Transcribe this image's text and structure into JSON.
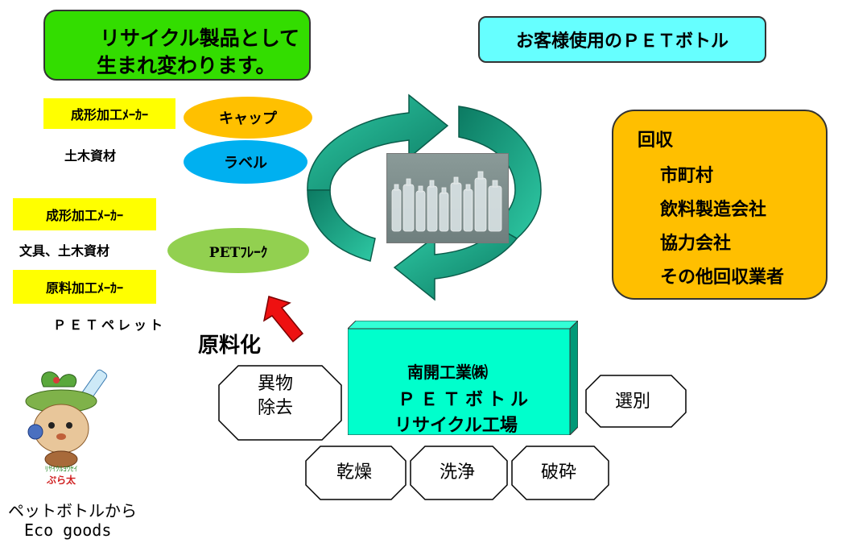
{
  "top_left": {
    "line1": "リサイクル製品として",
    "line2": "生まれ変わります。"
  },
  "top_right": "お客様使用のＰＥＴボトル",
  "left_labels": {
    "maker1": "成形加工ﾒｰｶｰ",
    "civil1": "土木資材",
    "maker2": "成形加工ﾒｰｶｰ",
    "stationery": "文具、土木資材",
    "material_maker": "原料加工ﾒｰｶｰ",
    "pellet": "ＰＥＴペレット"
  },
  "ovals": {
    "cap": "キャップ",
    "label": "ラベル",
    "flake": "PETﾌﾚｰｸ"
  },
  "collection": {
    "heading": "回収",
    "items": [
      "市町村",
      "飲料製造会社",
      "協力会社",
      "その他回収業者"
    ]
  },
  "raw_material": "原料化",
  "factory": {
    "line1": "南開工業㈱",
    "line2": "ＰＥＴボトル",
    "line3": "リサイクル工場"
  },
  "processes": {
    "foreign_line1": "異物",
    "foreign_line2": "除去",
    "sort": "選別",
    "dry": "乾燥",
    "wash": "洗浄",
    "crush": "破砕"
  },
  "mascot": {
    "logo_line1": "ﾘｻｲｸﾙﾖｳｾｲ",
    "logo_line2": "ぷら太",
    "caption1": "ペットボトルから",
    "caption2": "Eco goods"
  },
  "colors": {
    "green_box": "#33dd00",
    "cyan_box": "#66ffff",
    "orange_box": "#ffbf00",
    "yellow_label": "#ffff00",
    "cap_oval": "#ffc000",
    "label_oval": "#00b0f0",
    "flake_oval": "#92d050",
    "factory": "#00ffcc",
    "cycle_arrow": "#0f9f82",
    "red_arrow": "#ee1111"
  }
}
